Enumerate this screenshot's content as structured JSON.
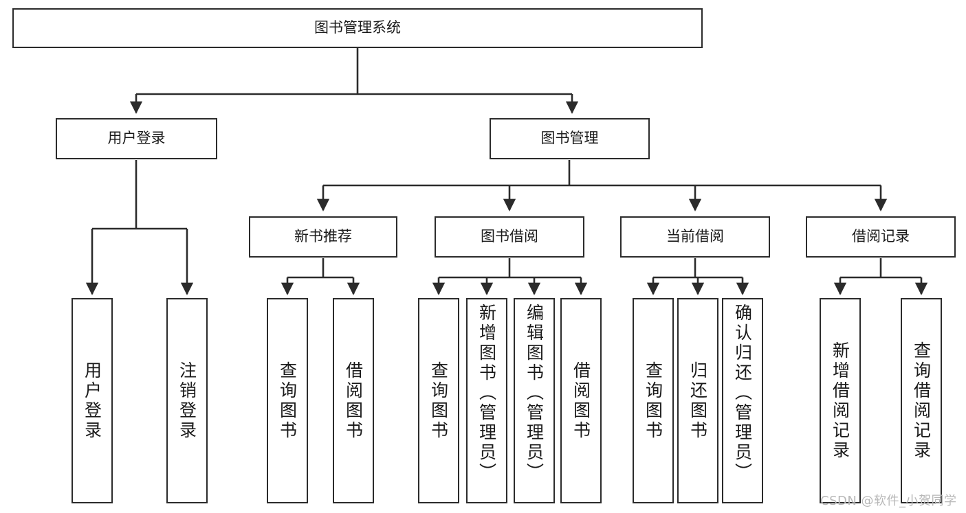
{
  "diagram": {
    "title": "图书管理系统",
    "type": "tree-hierarchy",
    "colors": {
      "box_border": "#2b2b2b",
      "box_fill": "#ffffff",
      "edge": "#2b2b2b",
      "text": "#1a1a1a",
      "watermark": "#b8b8b8"
    },
    "levels": {
      "root": "图书管理系统",
      "level2": [
        "用户登录",
        "图书管理"
      ],
      "level3": [
        "新书推荐",
        "图书借阅",
        "当前借阅",
        "借阅记录"
      ]
    },
    "nodes": {
      "root": {
        "label": "图书管理系统"
      },
      "user_login": {
        "label": "用户登录"
      },
      "book_manage": {
        "label": "图书管理"
      },
      "new_book_rec": {
        "label": "新书推荐"
      },
      "book_borrow": {
        "label": "图书借阅"
      },
      "current_borrow": {
        "label": "当前借阅"
      },
      "borrow_record": {
        "label": "借阅记录"
      },
      "leaf_user_login": {
        "label": "用户登录"
      },
      "leaf_logout": {
        "label": "注销登录"
      },
      "leaf_query_book_1": {
        "label": "查询图书"
      },
      "leaf_borrow_book_1": {
        "label": "借阅图书"
      },
      "leaf_query_book_2": {
        "label": "查询图书"
      },
      "leaf_add_book": {
        "label": "新增图书（管理员）"
      },
      "leaf_edit_book": {
        "label": "编辑图书（管理员）"
      },
      "leaf_borrow_book_2": {
        "label": "借阅图书"
      },
      "leaf_query_book_3": {
        "label": "查询图书"
      },
      "leaf_return_book": {
        "label": "归还图书"
      },
      "leaf_confirm_return": {
        "label": "确认归还（管理员）"
      },
      "leaf_add_record": {
        "label": "新增借阅记录"
      },
      "leaf_query_record": {
        "label": "查询借阅记录"
      }
    },
    "edges": [
      {
        "from": "root",
        "to": "user_login"
      },
      {
        "from": "root",
        "to": "book_manage"
      },
      {
        "from": "user_login",
        "to": "leaf_user_login"
      },
      {
        "from": "user_login",
        "to": "leaf_logout"
      },
      {
        "from": "book_manage",
        "to": "new_book_rec"
      },
      {
        "from": "book_manage",
        "to": "book_borrow"
      },
      {
        "from": "book_manage",
        "to": "current_borrow"
      },
      {
        "from": "book_manage",
        "to": "borrow_record"
      },
      {
        "from": "new_book_rec",
        "to": "leaf_query_book_1"
      },
      {
        "from": "new_book_rec",
        "to": "leaf_borrow_book_1"
      },
      {
        "from": "book_borrow",
        "to": "leaf_query_book_2"
      },
      {
        "from": "book_borrow",
        "to": "leaf_add_book"
      },
      {
        "from": "book_borrow",
        "to": "leaf_edit_book"
      },
      {
        "from": "book_borrow",
        "to": "leaf_borrow_book_2"
      },
      {
        "from": "current_borrow",
        "to": "leaf_query_book_3"
      },
      {
        "from": "current_borrow",
        "to": "leaf_return_book"
      },
      {
        "from": "current_borrow",
        "to": "leaf_confirm_return"
      },
      {
        "from": "borrow_record",
        "to": "leaf_add_record"
      },
      {
        "from": "borrow_record",
        "to": "leaf_query_record"
      }
    ]
  },
  "watermark": {
    "text": "CSDN @软件_小贺同学"
  }
}
